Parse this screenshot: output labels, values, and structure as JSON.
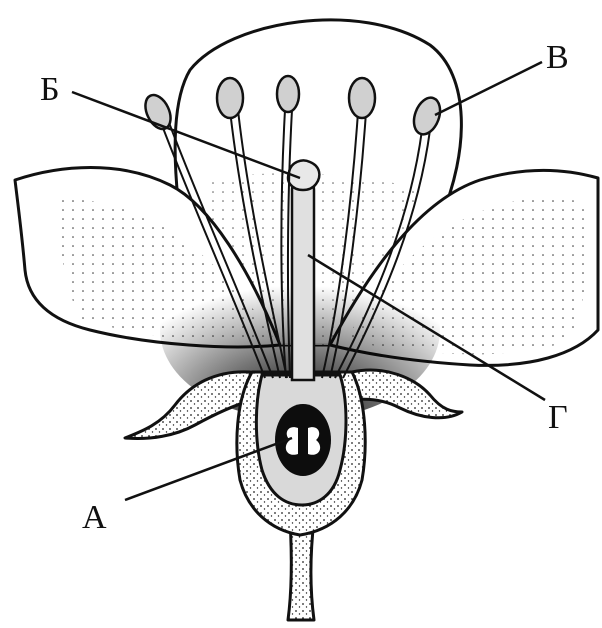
{
  "labels": {
    "a": "А",
    "b": "Б",
    "v": "В",
    "g": "Г"
  },
  "colors": {
    "ink": "#111111",
    "paper": "#ffffff",
    "ovary_fill": "#d9d9d9"
  }
}
